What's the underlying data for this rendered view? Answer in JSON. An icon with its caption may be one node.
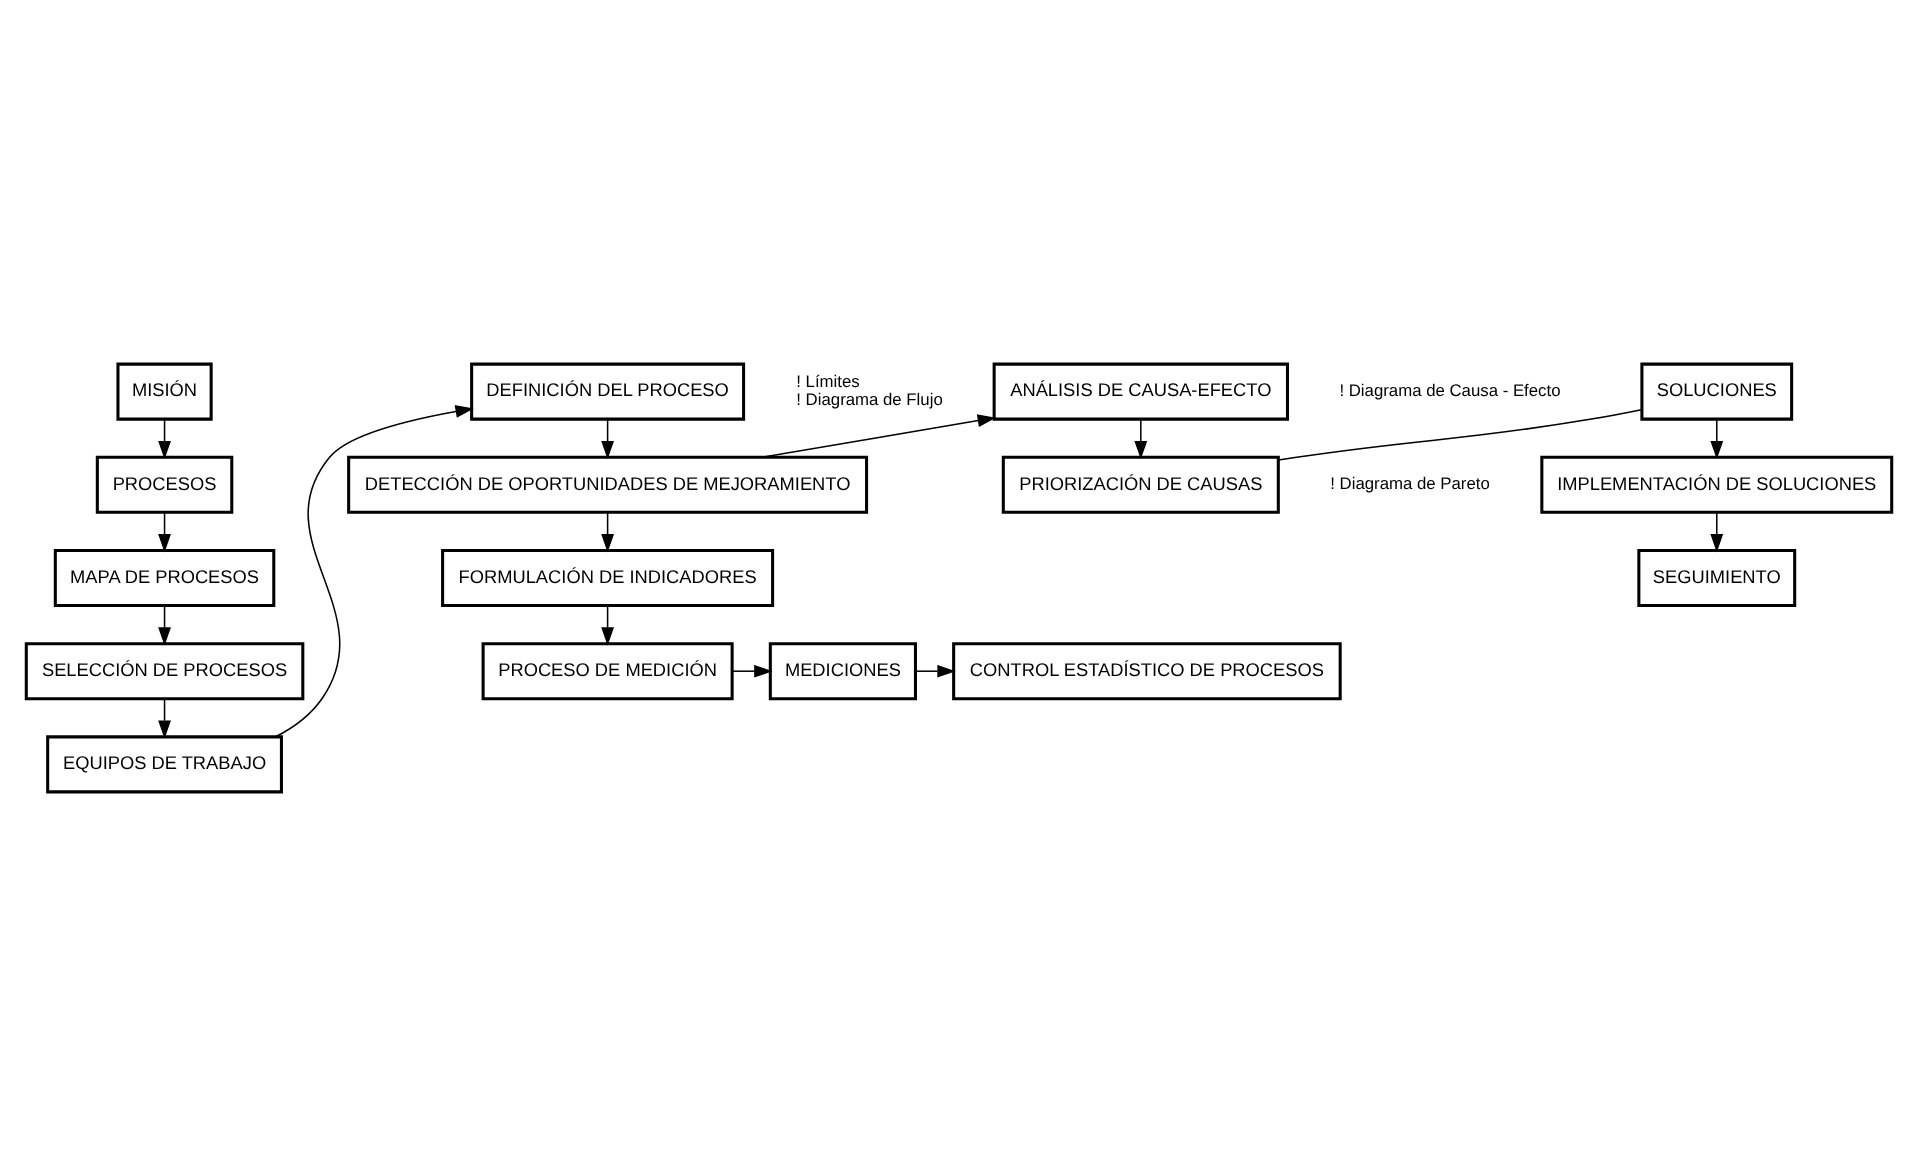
{
  "diagram": {
    "nodes": [
      {
        "text": [
          "MISIÓN"
        ]
      },
      {
        "text": [
          "PROCESOS"
        ]
      },
      {
        "text": [
          "MAPA DE PROCESOS"
        ]
      },
      {
        "text": [
          "SELECCIÓN DE PROCESOS"
        ]
      },
      {
        "text": [
          "EQUIPOS DE TRABAJO"
        ]
      },
      {
        "text": [
          "DEFINICIÓN DEL PROCESO"
        ],
        "beside": [
          "! Límites",
          "! Diagrama de Flujo"
        ]
      },
      {
        "text": [
          "DETECCIÓN DE OPORTUNIDADES DE MEJORAMIENTO"
        ]
      },
      {
        "text": [
          "ANÁLISIS DE CAUSA-EFECTO"
        ],
        "beside": [
          "! Diagrama de Causa - Efecto"
        ]
      },
      {
        "text": [
          "PRIORIZACIÓN DE CAUSAS"
        ],
        "beside": [
          "! Diagrama de Pareto"
        ]
      },
      {
        "text": [
          "SOLUCIONES"
        ]
      },
      {
        "text": [
          "IMPLEMENTACIÓN DE SOLUCIONES"
        ]
      },
      {
        "text": [
          "SEGUIMIENTO"
        ]
      },
      {
        "text": [
          "FORMULACIÓN DE INDICADORES"
        ]
      },
      {
        "text": [
          "PROCESO DE MEDICIÓN"
        ]
      },
      {
        "text": [
          "MEDICIONES"
        ]
      },
      {
        "text": [
          "CONTROL ESTADÍSTICO DE PROCESOS"
        ]
      }
    ],
    "edges": [
      {
        "from": 0,
        "to": 1,
        "arrow": "to"
      },
      {
        "from": 1,
        "to": 2,
        "arrow": "to"
      },
      {
        "from": 2,
        "to": 3,
        "arrow": "to"
      },
      {
        "from": 3,
        "to": 4,
        "arrow": "to"
      },
      {
        "from": 4,
        "to": 5,
        "arrow": "to"
      },
      {
        "from": 5,
        "to": 6,
        "arrow": "to"
      },
      {
        "from": 6,
        "to": 7,
        "arrow": "to"
      },
      {
        "from": 7,
        "to": 8,
        "arrow": "to"
      },
      {
        "from": 8,
        "to": 9,
        "arrow": "none"
      },
      {
        "from": 9,
        "to": 10,
        "arrow": "to"
      },
      {
        "from": 10,
        "to": 11,
        "arrow": "to"
      },
      {
        "from": 6,
        "to": 12,
        "arrow": "to"
      },
      {
        "from": 12,
        "to": 13,
        "arrow": "to"
      },
      {
        "from": 13,
        "to": 14,
        "arrow": "to"
      },
      {
        "from": 14,
        "to": 15,
        "arrow": "to"
      }
    ]
  }
}
